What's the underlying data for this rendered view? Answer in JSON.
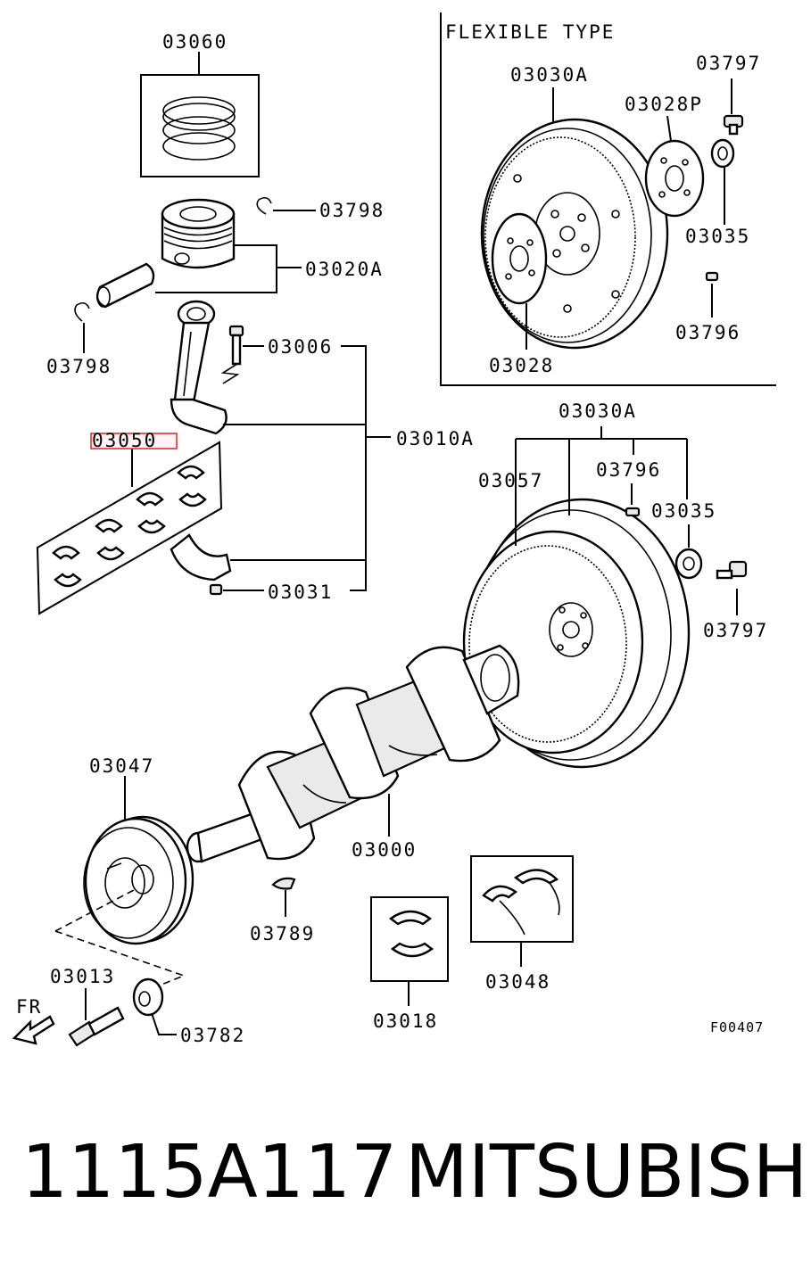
{
  "diagram": {
    "flexible_type_title": "FLEXIBLE TYPE",
    "callouts": {
      "c03060": "03060",
      "c03798_top": "03798",
      "c03020A": "03020A",
      "c03798_left": "03798",
      "c03006": "03006",
      "c03050": "03050",
      "c03010A": "03010A",
      "c03031": "03031",
      "c03030A_flex": "03030A",
      "c03028P": "03028P",
      "c03797_top": "03797",
      "c03035_top": "03035",
      "c03796_top": "03796",
      "c03028": "03028",
      "c03030A_main": "03030A",
      "c03057": "03057",
      "c03796_mid": "03796",
      "c03035_mid": "03035",
      "c03797_mid": "03797",
      "c03047": "03047",
      "c03000": "03000",
      "c03789": "03789",
      "c03013": "03013",
      "c03782": "03782",
      "c03018": "03018",
      "c03048": "03048"
    },
    "highlighted_part": "03050",
    "front_marker": "FR",
    "figure_code": "F00407",
    "highlight_color": "#e0303a"
  },
  "caption": {
    "part_number": "1115A117",
    "brand": "MITSUBISHI"
  }
}
